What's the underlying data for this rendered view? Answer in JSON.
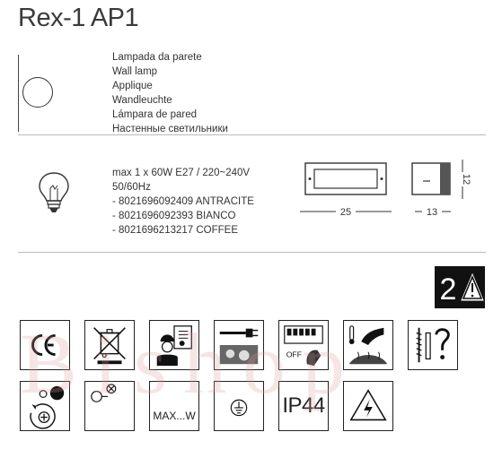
{
  "title": "Rex-1 AP1",
  "product_names": [
    "Lampada da parete",
    "Wall lamp",
    "Applique",
    "Wandleuchte",
    "Lámpara de pared",
    "Настенные светильники"
  ],
  "specs": [
    "max 1 x 60W E27 / 220~240V",
    "50/60Hz",
    "- 8021696092409 ANTRACITE",
    "- 8021696092393 BIANCO",
    "- 8021696213217 COFFEE"
  ],
  "dimensions": {
    "width": "25",
    "depth": "13",
    "height": "12"
  },
  "class_badge": "2",
  "symbols": {
    "max_w": "MAX...W",
    "ip": "IP44",
    "off": "OFF"
  },
  "watermark": "Bishop",
  "icons": [
    "ce-mark-icon",
    "weee-bin-icon",
    "qualified-electrician-icon",
    "disconnect-power-icon",
    "switch-off-icon",
    "heat-surface-icon",
    "screws-question-icon",
    "replace-bulb-icon",
    "lamp-bulb-icon",
    "earth-ground-icon",
    "ip-rating-icon",
    "electric-hazard-icon",
    "class-2-warning-icon"
  ]
}
